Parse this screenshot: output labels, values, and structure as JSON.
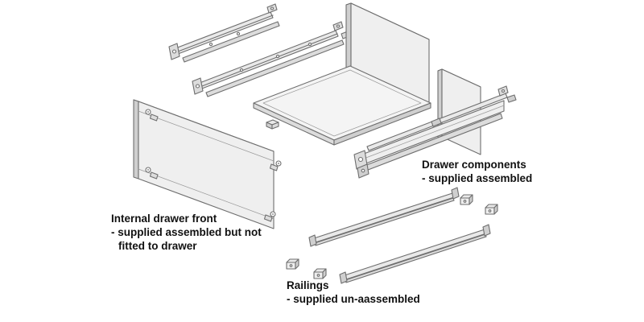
{
  "figure": {
    "background": "#ffffff",
    "colors": {
      "line": "#6e6e6e",
      "panel": "#efefef",
      "base": "#f4f4f4",
      "metal": "#e9e9e9",
      "shade": "#dcdcdc",
      "dark": "#cfcfcf",
      "text": "#111111"
    },
    "labels": {
      "drawer_components": {
        "line1": "Drawer components",
        "line2": "- supplied assembled"
      },
      "internal_drawer_front": {
        "line1": "Internal drawer front",
        "line2": "- supplied assembled but not",
        "line3": "fitted to drawer"
      },
      "railings": {
        "line1": "Railings",
        "line2": "- supplied un-aassembled"
      }
    }
  }
}
